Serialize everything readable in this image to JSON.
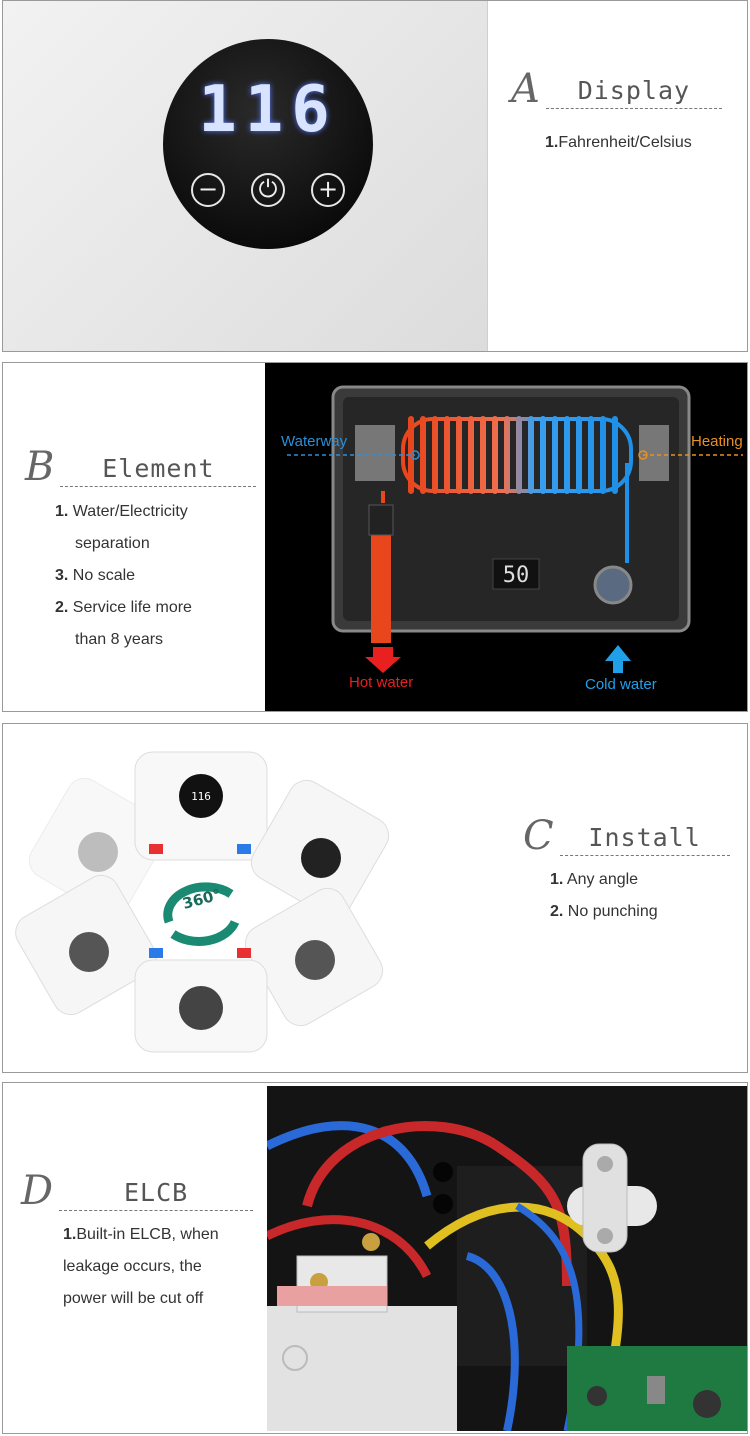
{
  "sections": [
    {
      "letter": "A",
      "title": "Display",
      "features": [
        {
          "num": "1.",
          "text": "Fahrenheit/Celsius",
          "cont": ""
        }
      ],
      "display_value": "116"
    },
    {
      "letter": "B",
      "title": "Element",
      "features": [
        {
          "num": "1.",
          "text": "Water/Electricity",
          "cont": "separation"
        },
        {
          "num": "3.",
          "text": "No scale",
          "cont": ""
        },
        {
          "num": "2.",
          "text": "Service life more",
          "cont": "than 8 years"
        }
      ],
      "labels": {
        "waterway": "Waterway",
        "heating": "Heating",
        "hot_water": "Hot water",
        "cold_water": "Cold water",
        "display_value": "50"
      }
    },
    {
      "letter": "C",
      "title": "Install",
      "features": [
        {
          "num": "1.",
          "text": "Any angle",
          "cont": ""
        },
        {
          "num": "2.",
          "text": "No punching",
          "cont": ""
        }
      ],
      "rotation_label": "360°",
      "unit_display": "116"
    },
    {
      "letter": "D",
      "title": "ELCB",
      "features": [
        {
          "num": "1.",
          "text": "Built-in ELCB, when",
          "cont": ""
        },
        {
          "num": "",
          "text": "leakage occurs, the",
          "cont": ""
        },
        {
          "num": "",
          "text": "power will be cut off",
          "cont": ""
        }
      ]
    }
  ],
  "colors": {
    "hot": "#e8461c",
    "cold": "#1e90e8",
    "waterway_label": "#2a8fd8",
    "heating_label": "#e89020",
    "hot_label": "#e82020",
    "cold_label": "#20a0e8",
    "rotation_arrow": "#1a8a72"
  }
}
